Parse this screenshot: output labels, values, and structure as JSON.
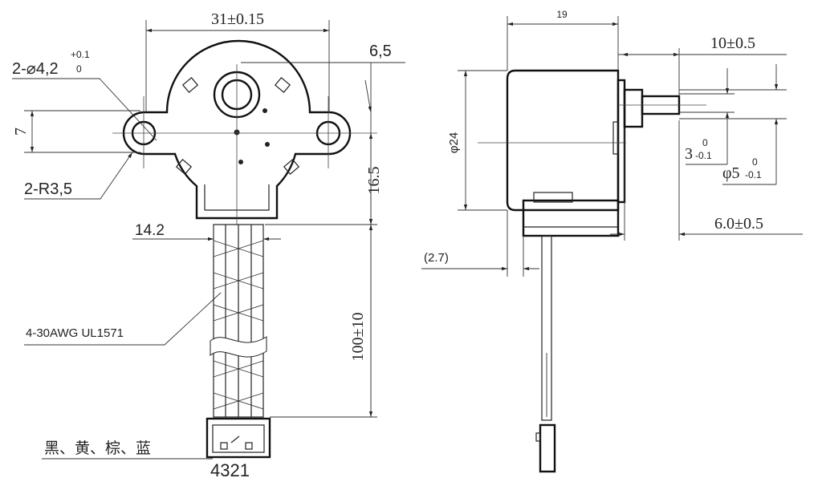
{
  "front_view": {
    "dim_width": "31±0.15",
    "dim_top": "6,5",
    "dim_hole_main": "2-⌀4,2",
    "dim_hole_tol_upper": "+0.1",
    "dim_hole_tol_lower": "0",
    "dim_hole_offset": "7",
    "dim_radius": "2-R3,5",
    "dim_height": "16.5",
    "dim_lead_offset": "14.2",
    "wire_spec": "4-30AWG UL1571",
    "dim_lead_length": "100±10",
    "wire_colors": "黑、黄、棕、蓝",
    "pin_order": "4321"
  },
  "side_view": {
    "dim_depth": "19",
    "dim_shaft_length": "10±0.5",
    "dim_diameter": "φ24",
    "dim_flat_main": "3",
    "dim_flat_tol_upper": "0",
    "dim_flat_tol_lower": "-0.1",
    "dim_shaft_dia_main": "φ5",
    "dim_shaft_dia_tol_upper": "0",
    "dim_shaft_dia_tol_lower": "-0.1",
    "dim_boss": "6.0±0.5",
    "dim_offset": "(2.7)"
  }
}
